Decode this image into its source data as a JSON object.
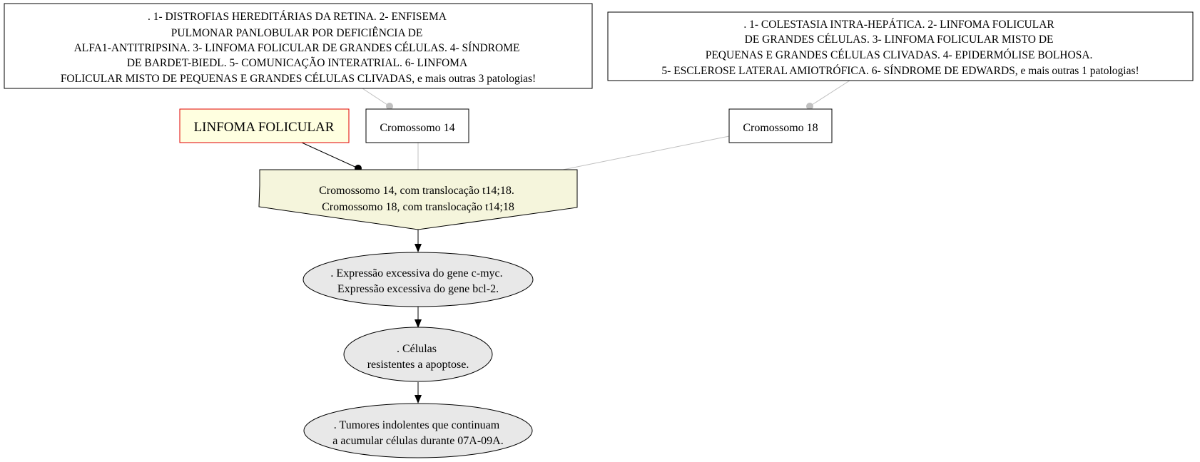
{
  "colors": {
    "background": "#ffffff",
    "stroke": "#000000",
    "gray_edge": "#c0c0c0",
    "highlight_fill": "#ffffe0",
    "highlight_border": "#e00000",
    "translocation_fill": "#f5f5dc",
    "ellipse_fill": "#e8e8e8"
  },
  "nodes": {
    "chr14_pathologies": {
      "lines": [
        ". 1- DISTROFIAS HEREDITÁRIAS DA RETINA. 2- ENFISEMA",
        "PULMONAR PANLOBULAR POR DEFICIÊNCIA DE",
        "ALFA1-ANTITRIPSINA. 3- LINFOMA FOLICULAR DE GRANDES CÉLULAS. 4- SÍNDROME",
        "DE BARDET-BIEDL. 5- COMUNICAÇÃO INTERATRIAL. 6- LINFOMA",
        "FOLICULAR MISTO DE PEQUENAS E GRANDES CÉLULAS CLIVADAS, e mais outras 3 patologias!"
      ]
    },
    "chr18_pathologies": {
      "lines": [
        ". 1- COLESTASIA INTRA-HEPÁTICA. 2- LINFOMA FOLICULAR",
        "DE GRANDES CÉLULAS. 3- LINFOMA FOLICULAR MISTO DE",
        "PEQUENAS E GRANDES CÉLULAS CLIVADAS. 4- EPIDERMÓLISE BOLHOSA.",
        "5- ESCLEROSE LATERAL AMIOTRÓFICA. 6- SÍNDROME DE EDWARDS, e mais outras 1 patologias!"
      ]
    },
    "disease": {
      "label": "LINFOMA FOLICULAR"
    },
    "chr14": {
      "label": "Cromossomo 14"
    },
    "chr18": {
      "label": "Cromossomo 18"
    },
    "translocation": {
      "lines": [
        "Cromossomo 14, com translocação t14;18.",
        "Cromossomo 18, com translocação t14;18"
      ]
    },
    "gene_expression": {
      "lines": [
        ". Expressão excessiva do gene c-myc.",
        "Expressão excessiva do gene bcl-2."
      ]
    },
    "apoptosis": {
      "lines": [
        ". Células",
        "resistentes a apoptose."
      ]
    },
    "tumors": {
      "lines": [
        ". Tumores indolentes que continuam",
        "a acumular células durante 07A-09A."
      ]
    }
  }
}
